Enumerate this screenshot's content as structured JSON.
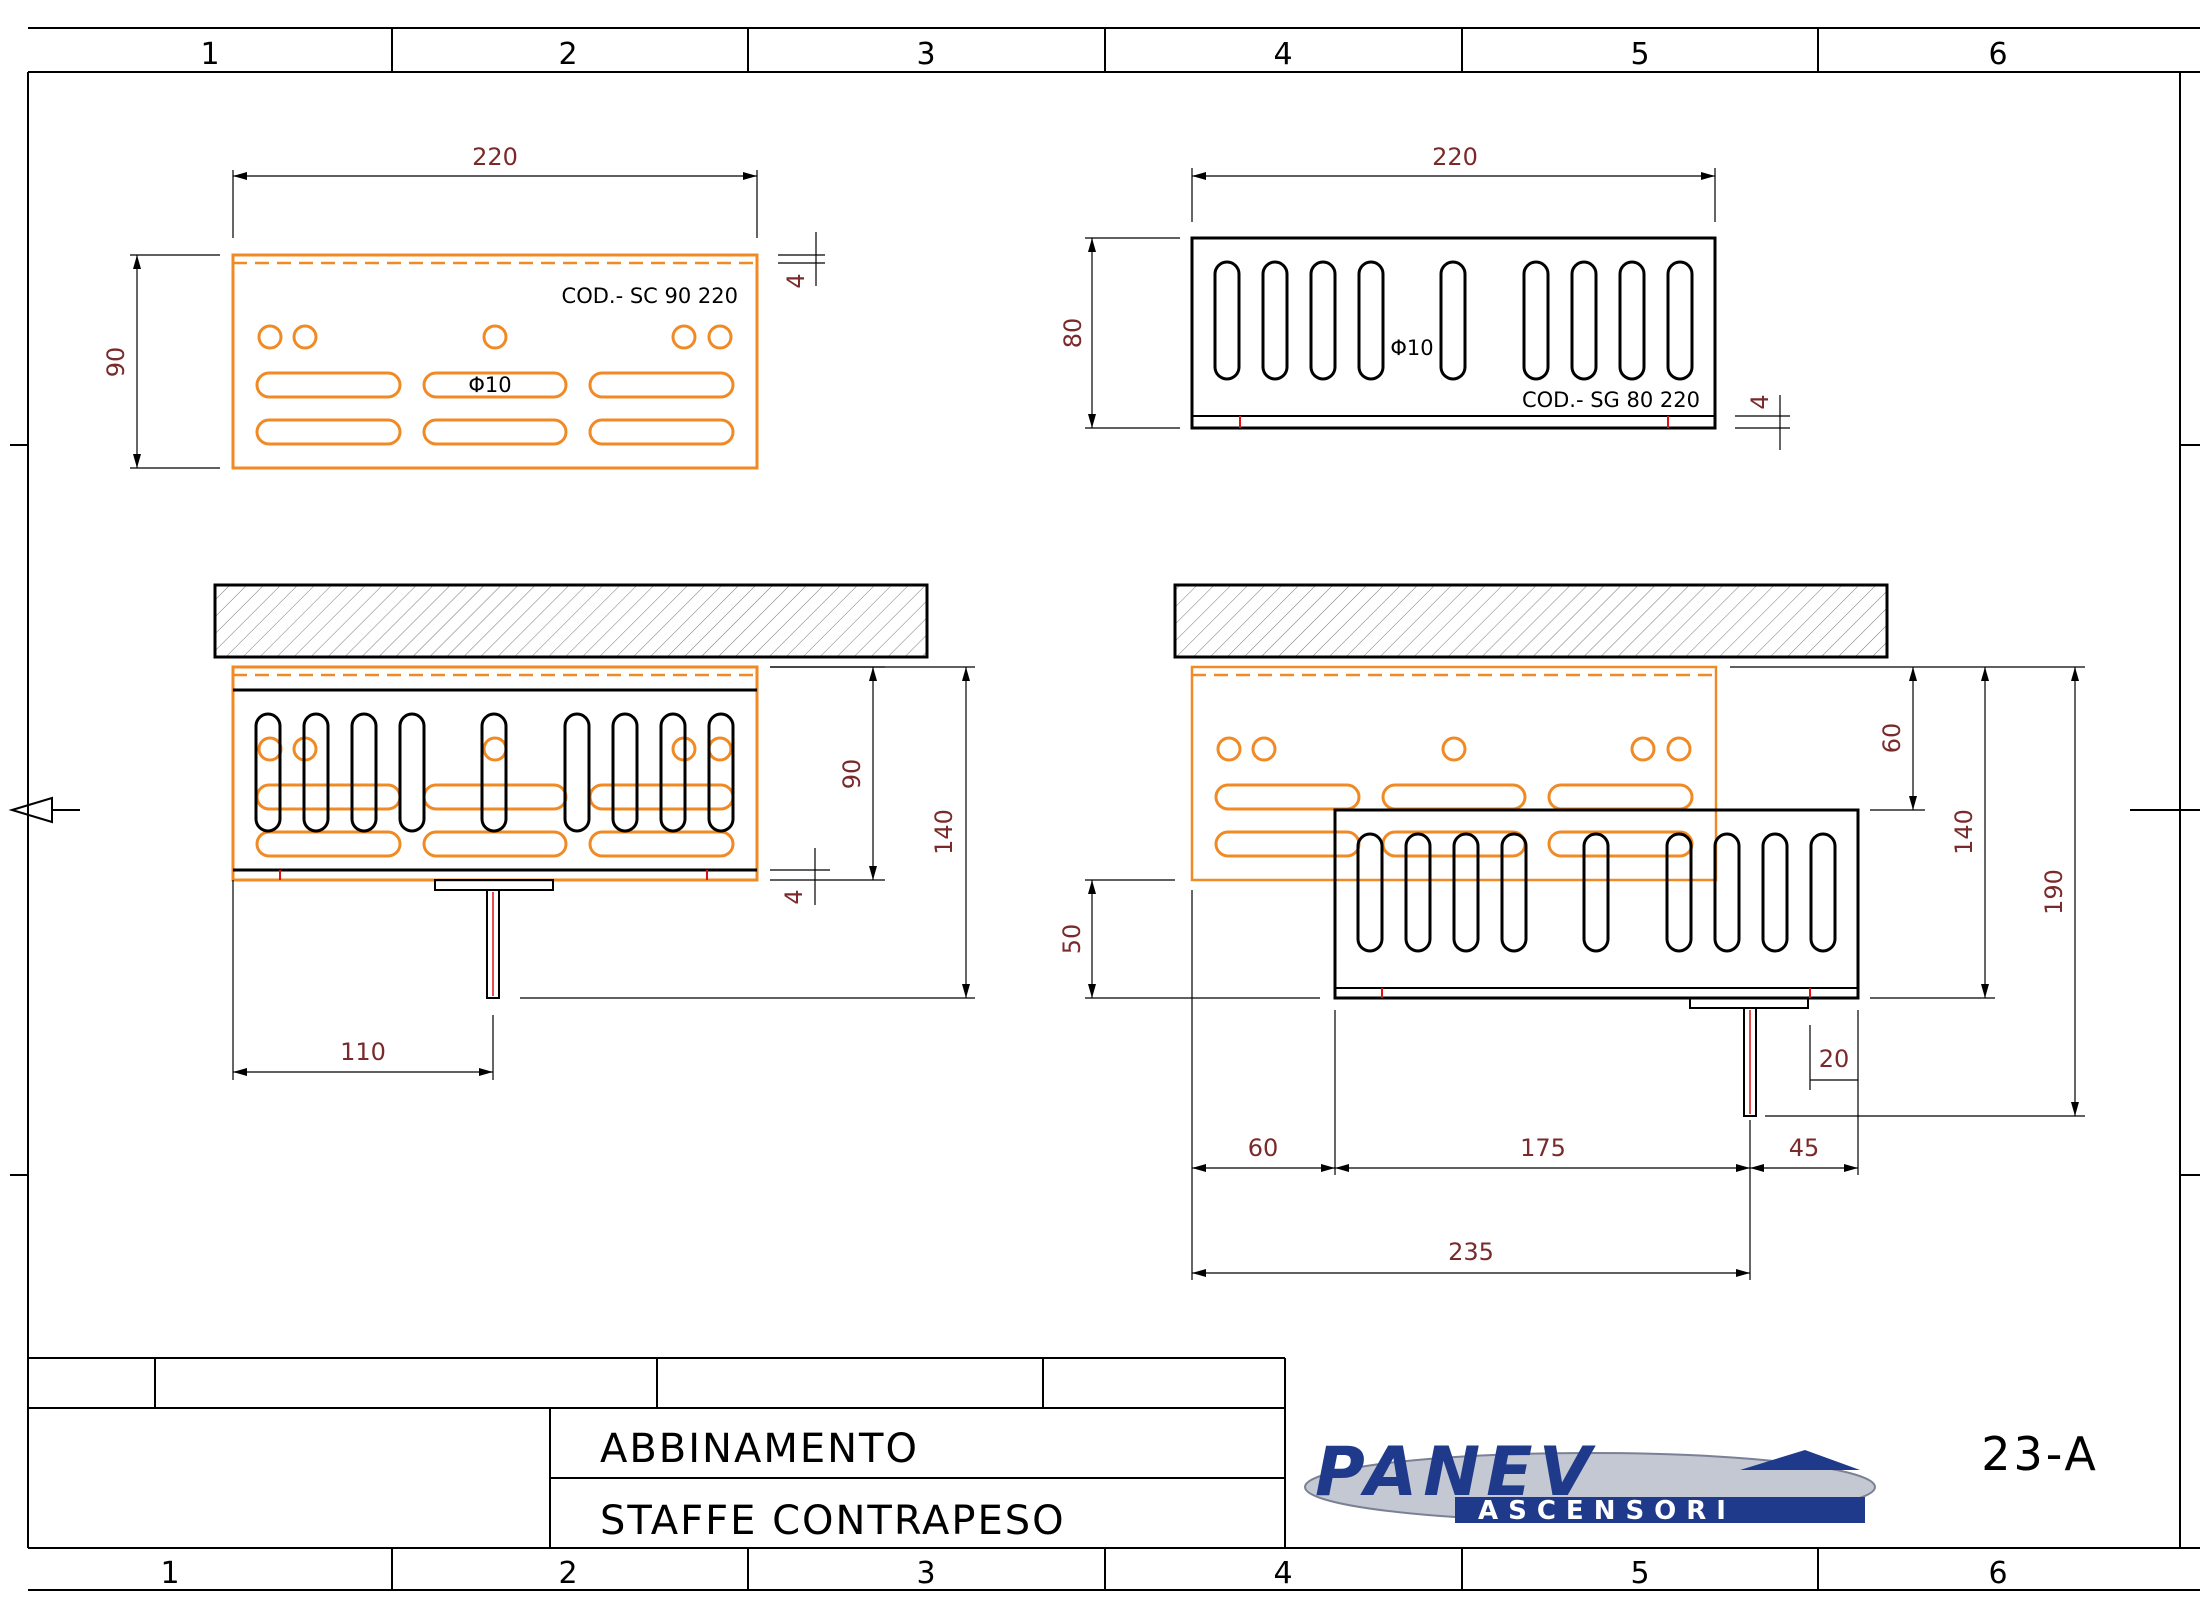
{
  "sheet": {
    "zones_top": [
      "1",
      "2",
      "3",
      "4",
      "5",
      "6"
    ],
    "zones_bottom": [
      "1",
      "2",
      "3",
      "4",
      "5",
      "6"
    ]
  },
  "view_tl": {
    "code": "COD.- SC 90 220",
    "dim_width": "220",
    "dim_height": "90",
    "dim_thk": "4",
    "hole": "Φ10"
  },
  "view_tr": {
    "code": "COD.- SG 80 220",
    "dim_width": "220",
    "dim_height": "80",
    "dim_thk": "4",
    "hole": "Φ10"
  },
  "view_bl": {
    "dim_h": "90",
    "dim_total": "140",
    "dim_thk": "4",
    "dim_offset": "110"
  },
  "view_br": {
    "dim_60v": "60",
    "dim_140": "140",
    "dim_190": "190",
    "dim_50": "50",
    "dim_20": "20",
    "dim_60h": "60",
    "dim_175": "175",
    "dim_45": "45",
    "dim_235": "235"
  },
  "title_block": {
    "line1": "ABBINAMENTO",
    "line2": "STAFFE CONTRAPESO",
    "drawing_no": "23-A",
    "logo_main": "PANEV",
    "logo_sub": "ASCENSORI"
  },
  "colors": {
    "part_orange": "#f08a24",
    "dimension_text": "#7a2a2a",
    "logo_blue": "#1f3a8a"
  }
}
